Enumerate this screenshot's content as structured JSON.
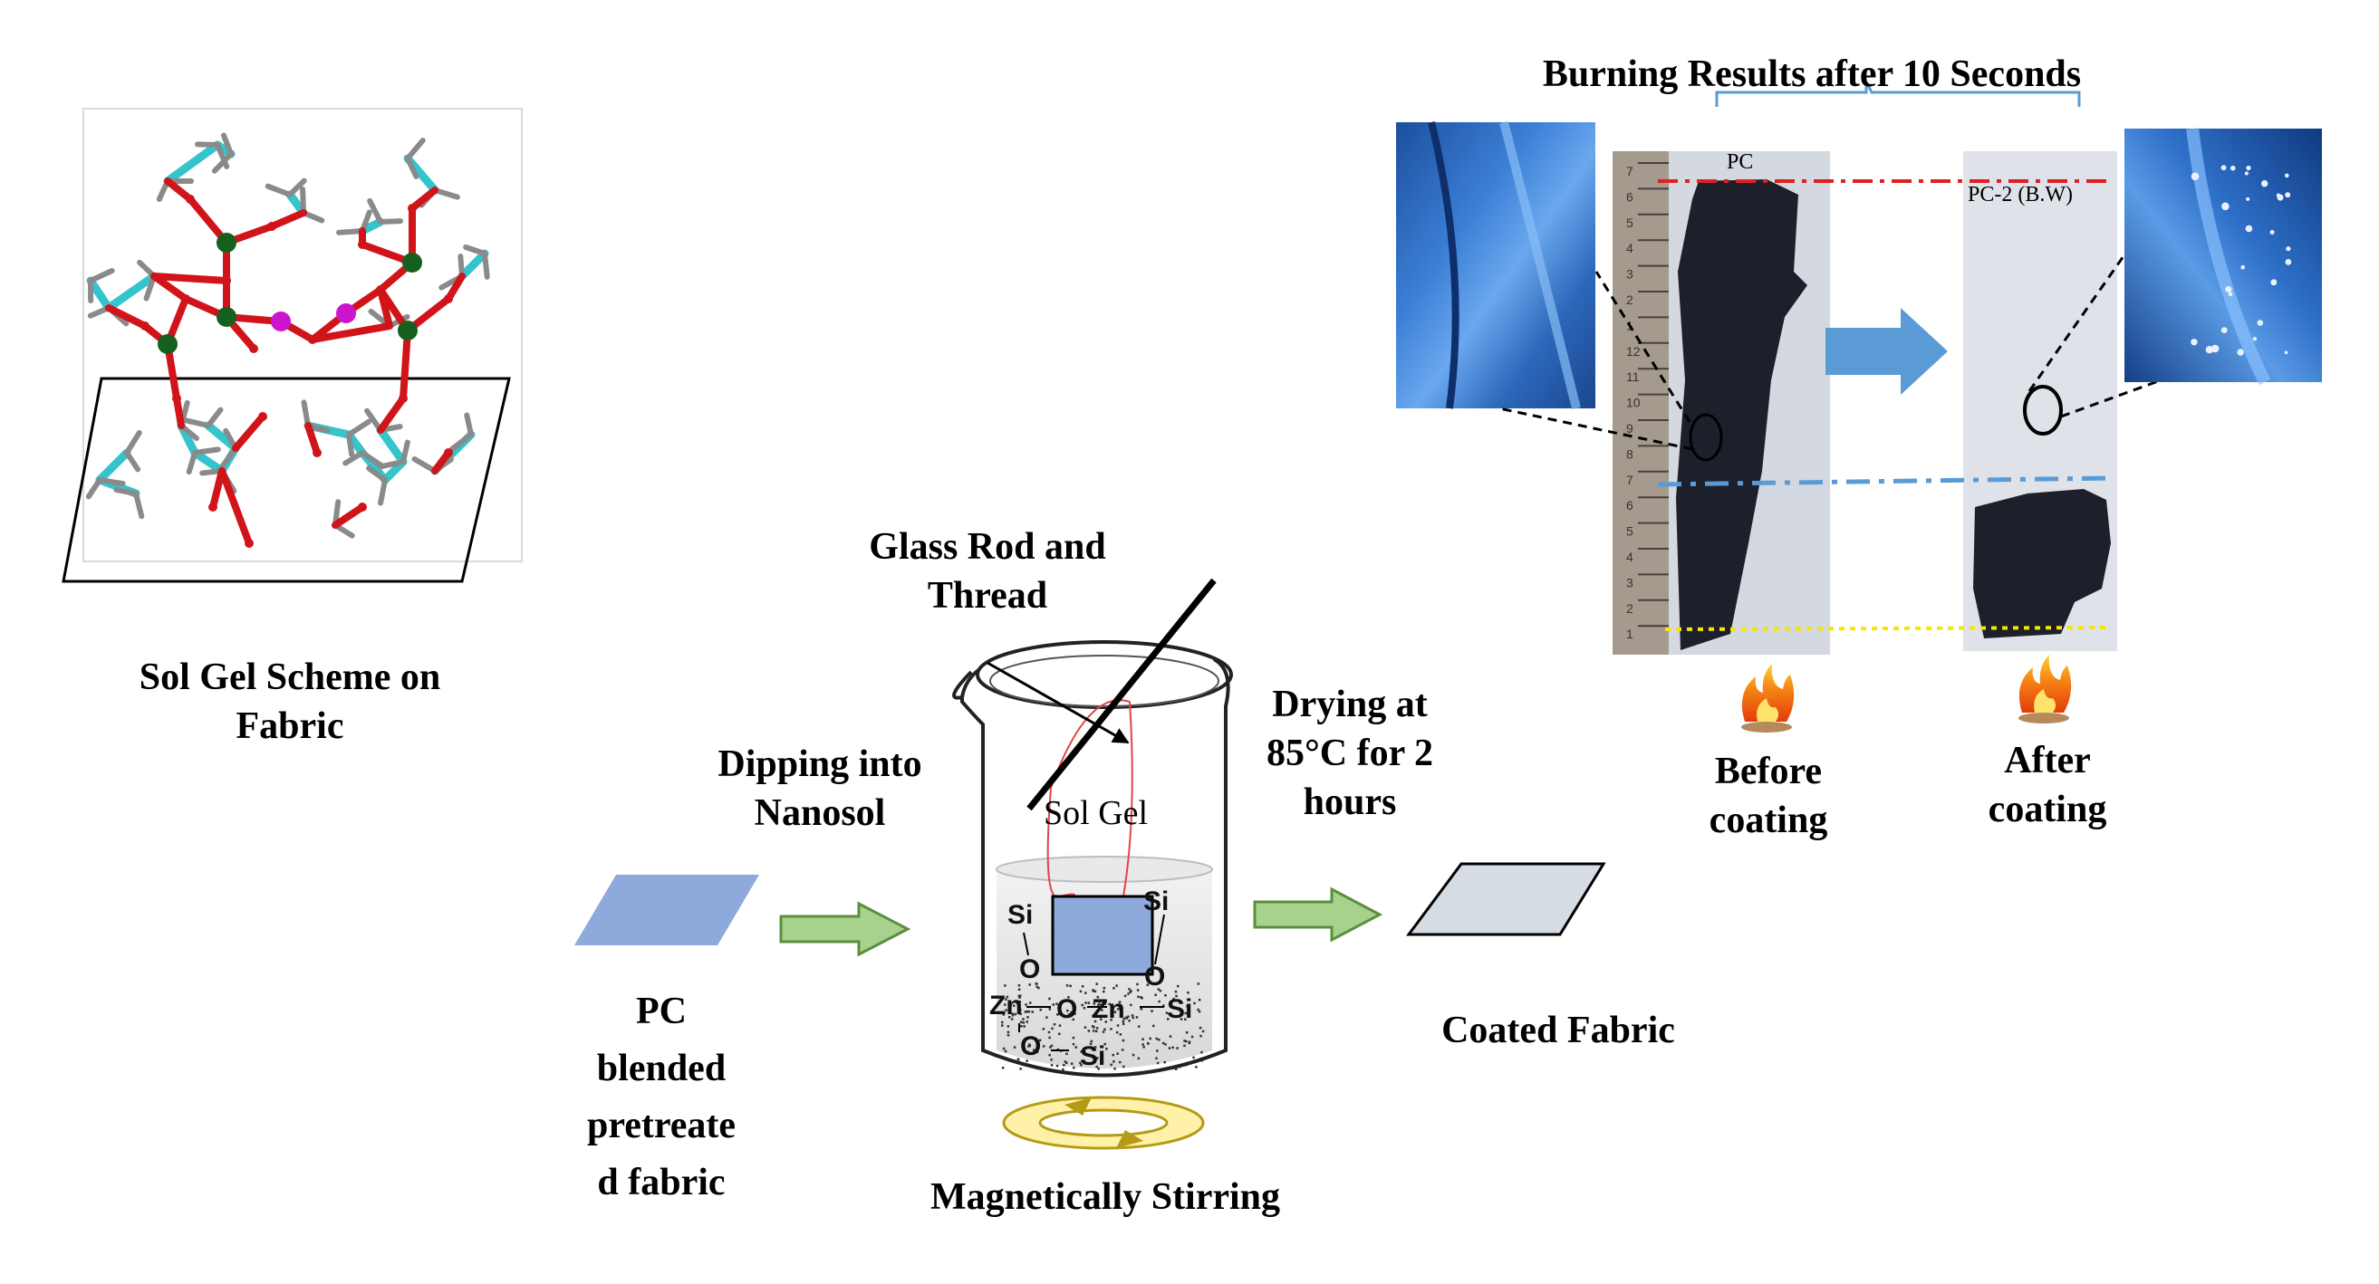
{
  "molecule_panel": {
    "caption_line1": "Sol Gel Scheme on",
    "caption_line2": "Fabric"
  },
  "process": {
    "fabric_label": [
      "PC",
      "blended",
      "pretreate",
      "d fabric"
    ],
    "step1_label": [
      "Dipping into",
      "Nanosol"
    ],
    "rod_label": [
      "Glass Rod and",
      "Thread"
    ],
    "beaker_text": "Sol Gel",
    "beaker_atoms": [
      "Si",
      "Si",
      "O",
      "O",
      "Zn",
      "O",
      "Zn",
      "Si",
      "O",
      "Si"
    ],
    "stir_label": "Magnetically Stirring",
    "step2_label": [
      "Drying at",
      "85°C for 2",
      "hours"
    ],
    "coated_label": "Coated Fabric"
  },
  "burning": {
    "title": "Burning Results after 10 Seconds",
    "sample_left_label": "PC",
    "sample_right_label": "PC-2 (B.W)",
    "ruler_numbers": [
      "7",
      "6",
      "5",
      "4",
      "3",
      "2",
      "1",
      "12",
      "11",
      "10",
      "9",
      "8",
      "7",
      "6",
      "5",
      "4",
      "3",
      "2",
      "1"
    ],
    "before_label": [
      "Before",
      "coating"
    ],
    "after_label": [
      "After",
      "coating"
    ]
  },
  "colors": {
    "carbon": "#33c4cc",
    "oxygen": "#d0141a",
    "silicon": "#16601f",
    "zinc": "#cc14cc",
    "hydrogen": "#8a8a8a",
    "fabric_pc": "#8ea9db",
    "fabric_coated": "#d6dce4",
    "arrow_green": "#a9d18e",
    "arrow_blue": "#5b9bd5",
    "char": "#1d1f2a",
    "sem_blue": "#2b6bc0",
    "red_line": "#e02020",
    "blue_line": "#5b9bd5",
    "yellow_line": "#f5e600"
  }
}
